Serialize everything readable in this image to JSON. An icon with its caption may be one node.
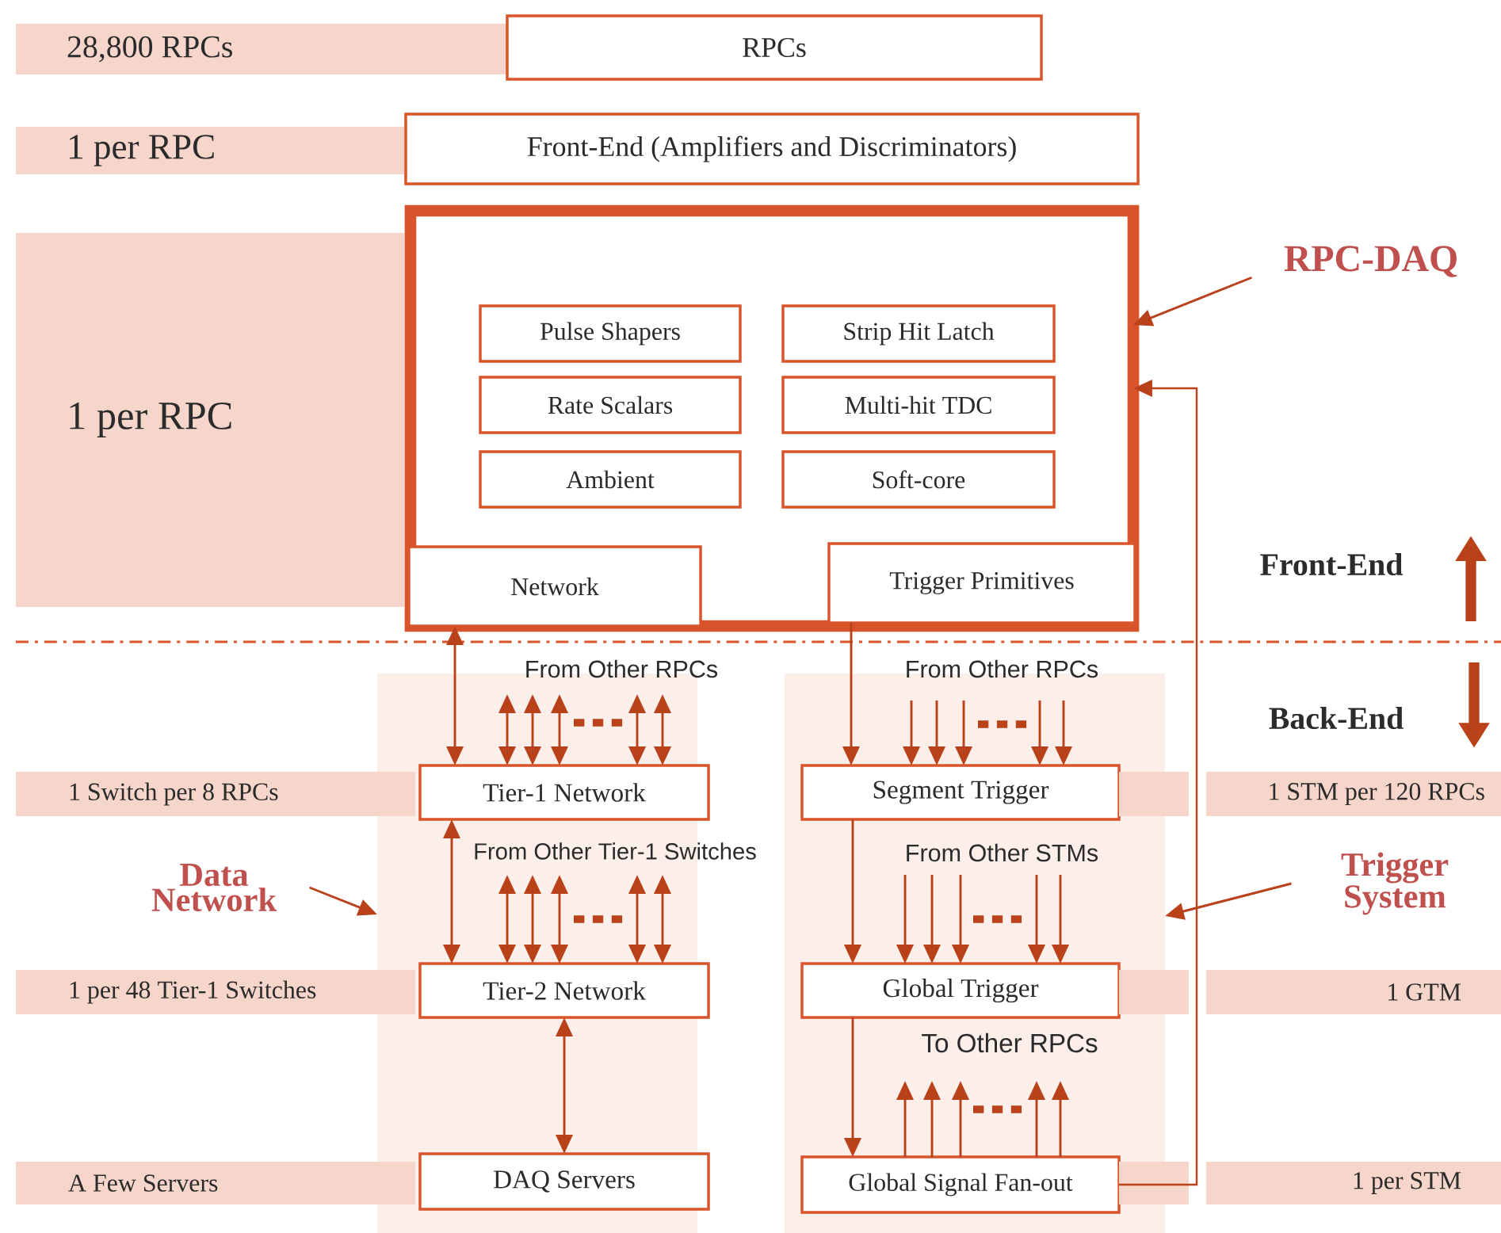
{
  "diagram": {
    "nodes": [
      {
        "text": [
          "28,800 RPCs"
        ]
      },
      {
        "text": [
          "RPCs"
        ]
      },
      {
        "text": [
          "1 per RPC"
        ]
      },
      {
        "text": [
          "Front-End (Amplifiers and Discriminators)"
        ]
      },
      {
        "text": [
          "1 per RPC"
        ]
      },
      {
        "text": [],
        "shape": "box"
      },
      {
        "text": [
          "Pulse Shapers"
        ],
        "in": 5
      },
      {
        "text": [
          "Strip Hit Latch"
        ],
        "in": 5
      },
      {
        "text": [
          "Rate Scalars"
        ],
        "in": 5
      },
      {
        "text": [
          "Multi-hit TDC"
        ],
        "in": 5
      },
      {
        "text": [
          "Ambient"
        ],
        "in": 5
      },
      {
        "text": [
          "Soft-core"
        ],
        "in": 5
      },
      {
        "text": [
          "Network"
        ],
        "in": 5
      },
      {
        "text": [
          "Trigger Primitives"
        ],
        "in": 5
      },
      {
        "text": [
          "RPC-DAQ"
        ]
      },
      {
        "text": [],
        "shape": "box"
      },
      {
        "text": [],
        "shape": "box"
      },
      {
        "text": [
          "1 Switch per 8 RPCs"
        ]
      },
      {
        "text": [
          "Tier-1 Network"
        ],
        "in": 15
      },
      {
        "text": [
          "Segment Trigger"
        ],
        "in": 16
      },
      {
        "text": [
          "1 STM per 120 RPCs"
        ]
      },
      {
        "text": [
          "Data Network"
        ]
      },
      {
        "text": [
          "Trigger System"
        ]
      },
      {
        "text": [
          "1 per 48 Tier-1 Switches"
        ]
      },
      {
        "text": [
          "Tier-2 Network"
        ],
        "in": 15
      },
      {
        "text": [
          "Global Trigger"
        ],
        "in": 16
      },
      {
        "text": [
          "1 GTM"
        ]
      },
      {
        "text": [
          "A Few Servers"
        ]
      },
      {
        "text": [
          "DAQ Servers"
        ],
        "in": 15
      },
      {
        "text": [
          "Global Signal Fan-out"
        ],
        "in": 16
      },
      {
        "text": [
          "1 per STM"
        ]
      }
    ],
    "edges": [
      {
        "from": 12,
        "to": 18,
        "arrow": "both"
      },
      {
        "from": 18,
        "to": 24,
        "arrow": "both"
      },
      {
        "from": 24,
        "to": 28,
        "arrow": "both"
      },
      {
        "from": 13,
        "to": 19,
        "arrow": "to"
      },
      {
        "from": 19,
        "to": 25,
        "arrow": "to"
      },
      {
        "from": 25,
        "to": 29,
        "arrow": "to"
      },
      {
        "from": 29,
        "to": 5,
        "arrow": "to"
      },
      {
        "from": 14,
        "to": 5,
        "arrow": "to"
      },
      {
        "from": 21,
        "to": 15,
        "arrow": "to"
      },
      {
        "from": 22,
        "to": 16,
        "arrow": "to"
      },
      {
        "from": null,
        "to": 18,
        "arrow": "both"
      },
      {
        "from": null,
        "to": 18,
        "arrow": "both"
      },
      {
        "from": null,
        "to": 18,
        "arrow": "both"
      },
      {
        "from": null,
        "to": 18,
        "arrow": "both"
      },
      {
        "from": null,
        "to": 18,
        "arrow": "both"
      },
      {
        "from": null,
        "to": 24,
        "arrow": "both"
      },
      {
        "from": null,
        "to": 24,
        "arrow": "both"
      },
      {
        "from": null,
        "to": 24,
        "arrow": "both"
      },
      {
        "from": null,
        "to": 24,
        "arrow": "both"
      },
      {
        "from": null,
        "to": 24,
        "arrow": "both"
      },
      {
        "from": null,
        "to": 19,
        "arrow": "to"
      },
      {
        "from": null,
        "to": 19,
        "arrow": "to"
      },
      {
        "from": null,
        "to": 19,
        "arrow": "to"
      },
      {
        "from": null,
        "to": 19,
        "arrow": "to"
      },
      {
        "from": null,
        "to": 19,
        "arrow": "to"
      },
      {
        "from": null,
        "to": 25,
        "arrow": "to"
      },
      {
        "from": null,
        "to": 25,
        "arrow": "to"
      },
      {
        "from": null,
        "to": 25,
        "arrow": "to"
      },
      {
        "from": null,
        "to": 25,
        "arrow": "to"
      },
      {
        "from": null,
        "to": 25,
        "arrow": "to"
      },
      {
        "from": 29,
        "to": null,
        "arrow": "to"
      },
      {
        "from": 29,
        "to": null,
        "arrow": "to"
      },
      {
        "from": 29,
        "to": null,
        "arrow": "to"
      },
      {
        "from": 29,
        "to": null,
        "arrow": "to"
      },
      {
        "from": 29,
        "to": null,
        "arrow": "to"
      }
    ],
    "labels": [
      "Front-End",
      "Back-End",
      "From Other RPCs",
      "From Other RPCs",
      "From Other Tier-1 Switches",
      "From Other STMs",
      "To Other RPCs"
    ]
  }
}
